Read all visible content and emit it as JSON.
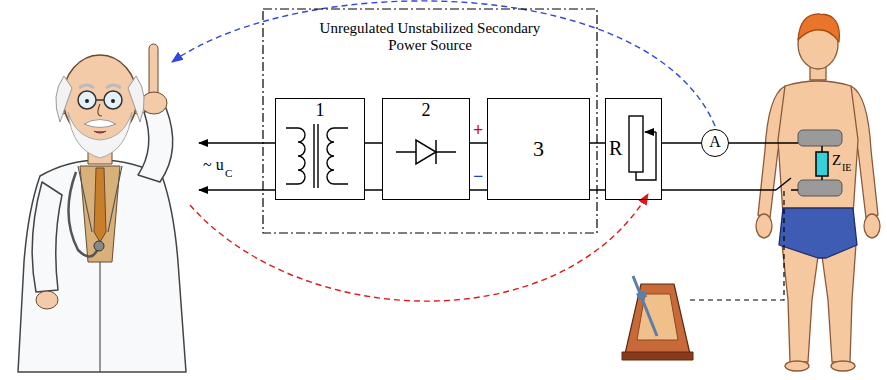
{
  "diagram": {
    "nodes": [
      {
        "text": [
          "Unregulated Unstabilized Secondary Power Source"
        ]
      },
      {
        "text": [
          "1"
        ],
        "in": 0
      },
      {
        "text": [
          "2"
        ],
        "in": 0
      },
      {
        "text": [
          "3"
        ],
        "in": 0
      },
      {
        "text": [
          "R"
        ]
      },
      {
        "text": [
          "A"
        ]
      }
    ],
    "edges": [
      {
        "from": 1,
        "to": 2,
        "arrow": "none"
      },
      {
        "from": 1,
        "to": 2,
        "arrow": "none"
      },
      {
        "from": 2,
        "to": 3,
        "arrow": "none"
      },
      {
        "from": 2,
        "to": 3,
        "arrow": "none"
      },
      {
        "from": 3,
        "to": 4,
        "arrow": "none"
      },
      {
        "from": 3,
        "to": 4,
        "arrow": "none"
      },
      {
        "from": 4,
        "to": 5,
        "arrow": "none"
      }
    ],
    "labels": [
      "~ u",
      "C",
      "+",
      "−",
      "Z",
      "IE"
    ]
  }
}
